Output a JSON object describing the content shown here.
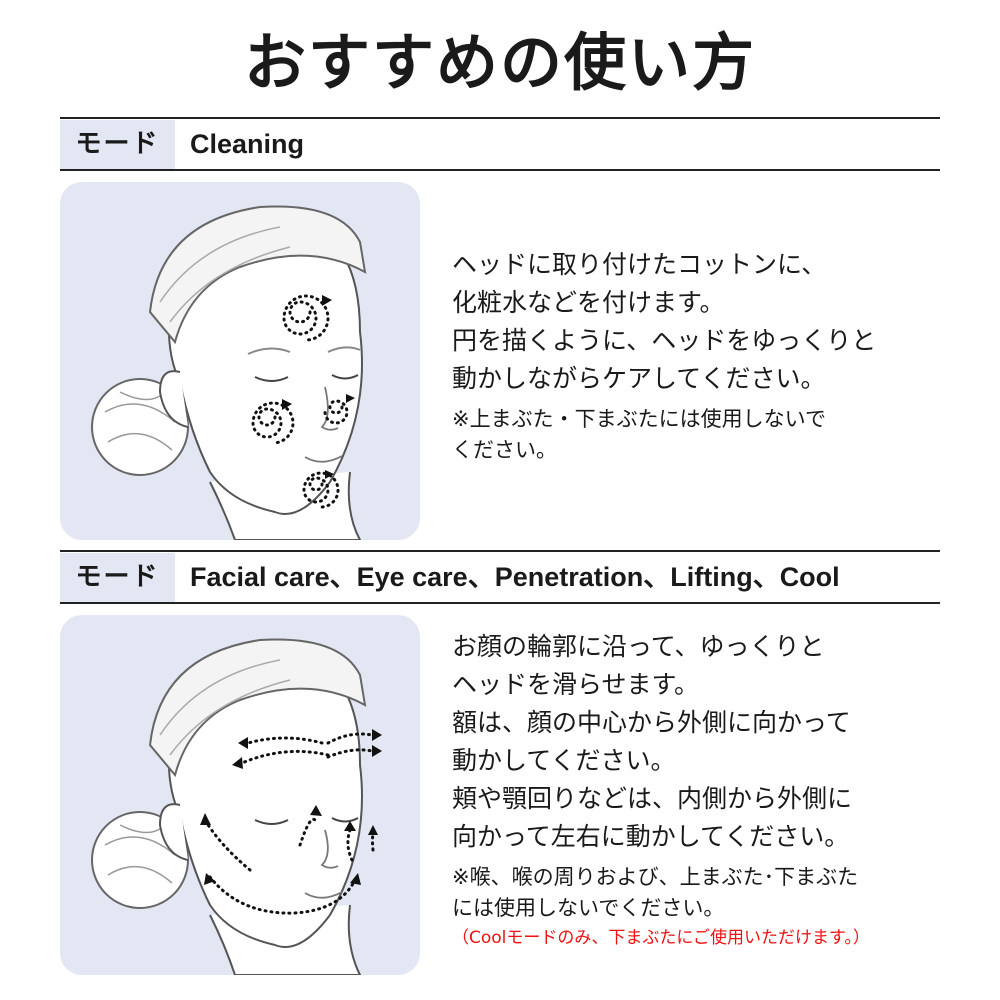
{
  "title": "おすすめの使い方",
  "sections": [
    {
      "mode_label": "モード",
      "mode_name": "Cleaning",
      "lines": [
        "ヘッドに取り付けたコットンに、",
        "化粧水などを付けます。",
        "円を描くように、ヘッドをゆっくりと",
        "動かしながらケアしてください。"
      ],
      "notes": [
        "※上まぶた・下まぶたには使用しないで",
        "ください。"
      ],
      "illustration": "face-circular-motion-illustration"
    },
    {
      "mode_label": "モード",
      "mode_name": "Facial care、Eye care、Penetration、Lifting、Cool",
      "lines": [
        "お顔の輪郭に沿って、ゆっくりと",
        "ヘッドを滑らせます。",
        "額は、顔の中心から外側に向かって",
        "動かしてください。",
        "頬や顎回りなどは、内側から外側に",
        "向かって左右に動かしてください。"
      ],
      "notes": [
        "※喉、喉の周りおよび、上まぶた･下まぶた",
        "には使用しないでください。"
      ],
      "warning": "（Coolモードのみ、下まぶたにご使用いただけます。）",
      "illustration": "face-outward-motion-illustration"
    }
  ],
  "colors": {
    "panel_bg": "#e3e6f3",
    "label_bg": "#e3e6f3",
    "warning": "#ee1111",
    "text": "#1a1a1a"
  }
}
